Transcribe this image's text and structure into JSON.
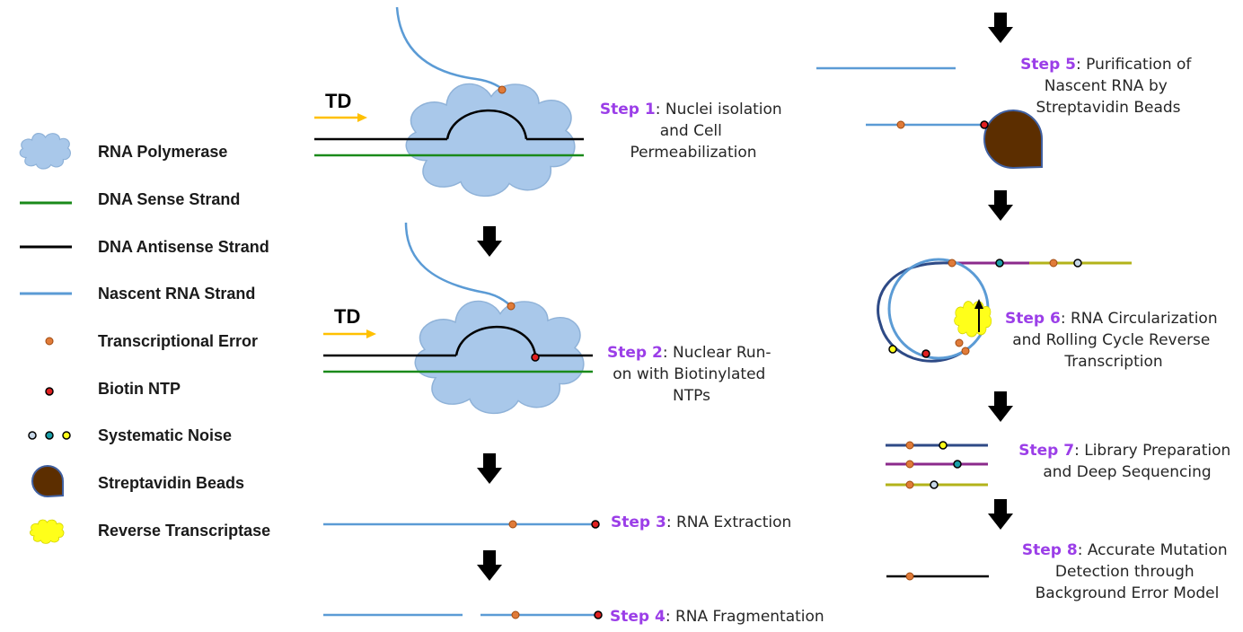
{
  "colors": {
    "sense": "#1a8a1a",
    "antisense": "#000000",
    "rna": "#5b9bd5",
    "error": "#e07b39",
    "biotin": "#e02020",
    "polymerase_fill": "#a9c8ea",
    "polymerase_stroke": "#8fb2d8",
    "bead": "#5c2e00",
    "bead_stroke": "#3f5fa0",
    "rt": "#ffff1a",
    "arrow_td": "#ffc000",
    "step_label": "#9b3ee8",
    "navy": "#2e4a86",
    "purple": "#8b2a8b",
    "olive": "#b3b31a",
    "teal": "#1a9fa8"
  },
  "legend": {
    "items": [
      {
        "label": "RNA Polymerase",
        "icon": "polymerase-cloud-icon"
      },
      {
        "label": "DNA Sense Strand",
        "icon": "green-line-icon"
      },
      {
        "label": "DNA Antisense Strand",
        "icon": "black-line-icon"
      },
      {
        "label": "Nascent RNA Strand",
        "icon": "blue-line-icon"
      },
      {
        "label": "Transcriptional Error",
        "icon": "orange-dot-icon"
      },
      {
        "label": "Biotin NTP",
        "icon": "red-dot-icon"
      },
      {
        "label": "Systematic Noise",
        "icon": "three-dots-icon"
      },
      {
        "label": "Streptavidin Beads",
        "icon": "bead-icon"
      },
      {
        "label": "Reverse Transcriptase",
        "icon": "yellow-cloud-icon"
      }
    ]
  },
  "td_label": "TD",
  "steps": [
    {
      "num": "Step 1",
      "lines": [
        ": Nuclei isolation",
        "and Cell",
        "Permeabilization"
      ]
    },
    {
      "num": "Step 2",
      "lines": [
        ": Nuclear Run-",
        "on with Biotinylated",
        "NTPs"
      ]
    },
    {
      "num": "Step 3",
      "lines": [
        ": RNA Extraction"
      ]
    },
    {
      "num": "Step 4",
      "lines": [
        ": RNA Fragmentation"
      ]
    },
    {
      "num": "Step 5",
      "lines": [
        ": Purification of",
        "Nascent RNA by",
        "Streptavidin Beads"
      ]
    },
    {
      "num": "Step 6",
      "lines": [
        ": RNA Circularization",
        "and Rolling Cycle Reverse",
        "Transcription"
      ]
    },
    {
      "num": "Step 7",
      "lines": [
        ": Library Preparation",
        "and Deep Sequencing"
      ]
    },
    {
      "num": "Step 8",
      "lines": [
        ": Accurate Mutation",
        "Detection through",
        "Background Error Model"
      ]
    }
  ]
}
